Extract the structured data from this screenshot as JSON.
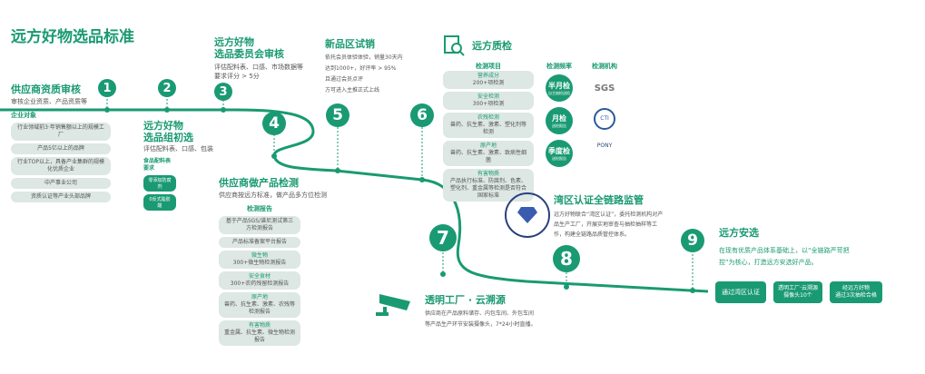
{
  "title": "远方好物选品标准",
  "colors": {
    "accent": "#1a9a72"
  },
  "steps": [
    {
      "n": "1",
      "title": "供应商资质审核",
      "desc": "审核企业资质、产品资质等",
      "sub": "企业对象",
      "items": [
        "行业领域前3·年销售额以上的规模工厂",
        "产品5亿以上的品牌",
        "行业TOP以上，具备产业集群的规模化优质企业",
        "中产事业公司",
        "资质认证等产业头部品牌"
      ]
    },
    {
      "n": "2",
      "title": "远方好物\n选品组初选",
      "desc": "评估配料表、口感、包装",
      "sub": "食品配料表\n要求",
      "tags": [
        "零添加防腐剂",
        "0反式脂肪酸"
      ]
    },
    {
      "n": "3",
      "title": "远方好物\n选品委员会审核",
      "desc": "评估配料表、口感、市场数据等\n要求评分 > 5分"
    },
    {
      "n": "4",
      "title": "供应商做产品检测",
      "desc": "供应商按远方标准，做产品多方位检测",
      "sub": "检测报告",
      "items": [
        {
          "t": "",
          "d": "基于产品SGS/谱尼测试第三方检测报告"
        },
        {
          "t": "",
          "d": "产品标准备案平台报告"
        },
        {
          "t": "微生物",
          "d": "300+微生物检测报告"
        },
        {
          "t": "安全食材",
          "d": "300+农药残留检测报告"
        },
        {
          "t": "原产地",
          "d": "兽药、抗生素、激素、农残等检测报告"
        },
        {
          "t": "有害物质",
          "d": "重金属、抗生素、微生物检测报告"
        }
      ]
    },
    {
      "n": "5",
      "title": "新品区试销",
      "desc": [
        "依托会员体验体验，销量30天内",
        "达到1000+，好评率 > 95%",
        "且通过会员点评",
        "方可进入主推正式上线"
      ]
    },
    {
      "n": "6",
      "title": "远方质检",
      "cols": [
        "检测项目",
        "检测频率",
        "检测机构"
      ],
      "items": [
        {
          "t": "营养成分",
          "d": "200+项检测"
        },
        {
          "t": "安全检测",
          "d": "300+项检测"
        },
        {
          "t": "农残检测",
          "d": "兽药、抗生素、激素、塑化剂等检测"
        },
        {
          "t": "原产地",
          "d": "兽药、抗生素、激素、致病性细菌"
        },
        {
          "t": "有害物质",
          "d": "产品执行标准、防腐剂、色素、塑化剂、重金属等检测是否符合国家标准"
        }
      ],
      "freq": [
        {
          "t": "半月检",
          "d": "自主抽检送检"
        },
        {
          "t": "月检",
          "d": "送检报告"
        },
        {
          "t": "季度检",
          "d": "送检报告"
        }
      ],
      "labs": [
        "SGS",
        "CTI",
        "PONY"
      ]
    },
    {
      "n": "7",
      "title": "透明工厂 · 云溯源",
      "desc": "供应商在产品原料储存、内包车间、外包车间等产品生产环节安装摄像头，7*24小时直播。"
    },
    {
      "n": "8",
      "title": "湾区认证全链路监管",
      "desc": "远方好物联合“湾区认证”，委托检测机构对产品生产工厂，开展实地审查与抽检抽样等工作，构建全链路品质管控体系。"
    },
    {
      "n": "9",
      "title": "远方安选",
      "desc": "在现有优质产品体系基础上，以“全链路严苛把控”为核心，打造远方安选好产品。",
      "boxes": [
        "通过湾区认证",
        "透明工厂·云溯源\n摄像头10个",
        "经远方好物\n通过3次抽检合格"
      ]
    }
  ]
}
